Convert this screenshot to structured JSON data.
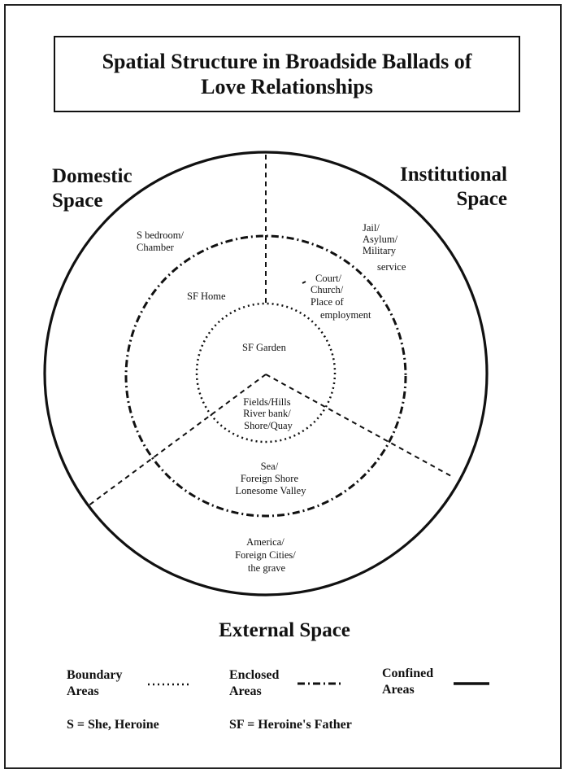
{
  "title": {
    "line1": "Spatial Structure in Broadside Ballads of",
    "line2": "Love Relationships"
  },
  "regions": {
    "domestic": {
      "line1": "Domestic",
      "line2": "Space"
    },
    "institutional": {
      "line1": "Institutional",
      "line2": "Space"
    },
    "external": "External Space"
  },
  "places": {
    "bedroom": [
      "S bedroom/",
      "Chamber"
    ],
    "home": [
      "SF Home"
    ],
    "jail": [
      "Jail/",
      "Asylum/",
      "Military",
      "service"
    ],
    "court": [
      "Court/",
      "Church/",
      "Place of",
      "employment"
    ],
    "garden": [
      "SF Garden"
    ],
    "fields": [
      "Fields/Hills",
      "River bank/",
      "Shore/Quay"
    ],
    "sea": [
      "Sea/",
      "Foreign Shore",
      "Lonesome Valley"
    ],
    "america": [
      "America/",
      "Foreign Cities/",
      "the grave"
    ]
  },
  "legend": {
    "boundary": {
      "line1": "Boundary",
      "line2": "Areas"
    },
    "enclosed": {
      "line1": "Enclosed",
      "line2": "Areas"
    },
    "confined": {
      "line1": "Confined",
      "line2": "Areas"
    }
  },
  "key": {
    "s": "S = She, Heroine",
    "sf": "SF = Heroine's Father"
  }
}
